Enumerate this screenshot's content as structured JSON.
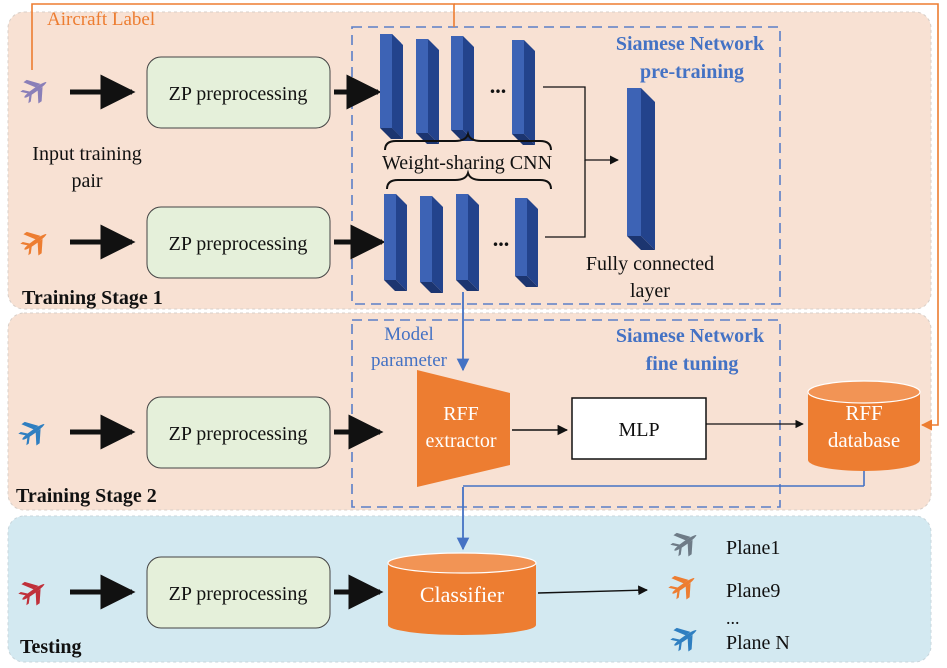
{
  "stages": {
    "training1": "Training Stage 1",
    "training2": "Training Stage 2",
    "testing": "Testing"
  },
  "labels": {
    "aircraft_label": "Aircraft Label",
    "input_line1": "Input training",
    "input_line2": "pair",
    "zp": "ZP preprocessing",
    "weight_sharing": "Weight-sharing CNN",
    "dots": "...",
    "fc_line1": "Fully connected",
    "fc_line2": "layer",
    "siamese_pre_line1": "Siamese Network",
    "siamese_pre_line2": "pre-training",
    "siamese_ft_line1": "Siamese Network",
    "siamese_ft_line2": "fine tuning",
    "model_param_line1": "Model",
    "model_param_line2": "parameter",
    "rff_extractor_line1": "RFF",
    "rff_extractor_line2": "extractor",
    "mlp": "MLP",
    "rff_db_line1": "RFF",
    "rff_db_line2": "database",
    "classifier": "Classifier"
  },
  "outputs": {
    "plane1": "Plane1",
    "plane9": "Plane9",
    "ellipsis": "...",
    "planeN": "Plane N"
  },
  "colors": {
    "stage_bg": "#f8e1d3",
    "test_bg": "#d3e9f1",
    "zp_fill": "#e5f0da",
    "cnn_front": "#3d63b5",
    "cnn_side": "#23438c",
    "accent_orange": "#ed7d31",
    "accent_blue": "#4472c4",
    "dash_blue": "#5b7fc8",
    "plane_purple": "#8a7fb8",
    "plane_orange": "#ed7d31",
    "plane_blue": "#2f7fc1",
    "plane_red": "#c0303a",
    "plane_gray": "#6e7b87"
  },
  "icons": [
    "airplane-icon"
  ]
}
